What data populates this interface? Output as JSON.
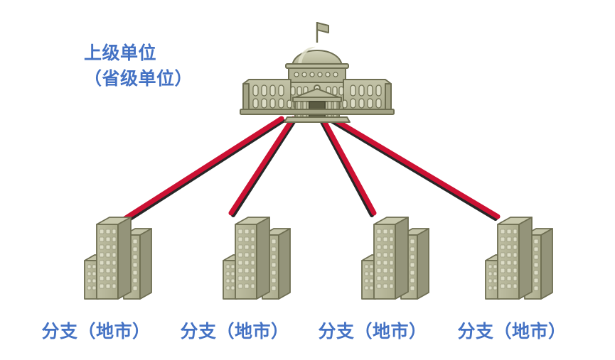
{
  "diagram": {
    "type": "organization-hierarchy",
    "title_text_present": false,
    "background_color": "#FFFFFF",
    "label_color": "#4472C4",
    "connector_color": "#CC1133",
    "connector_shadow_color": "#1A1A1A",
    "building_colors": {
      "face_light": "#C5C5AA",
      "face_main": "#AFAF90",
      "face_shadow": "#8F8F70",
      "outline": "#6E6E52",
      "window_fill": "#DCDCC6",
      "door_dark": "#5B5B42"
    }
  },
  "headquarters": {
    "label_line1": "上级单位",
    "label_line2": "（省级单位）",
    "icon": "capitol-building-icon",
    "icon_features": [
      "dome",
      "flag",
      "columns",
      "portico",
      "windows"
    ]
  },
  "branches": [
    {
      "label": "分支（地市）",
      "icon": "office-building-icon"
    },
    {
      "label": "分支（地市）",
      "icon": "office-building-icon"
    },
    {
      "label": "分支（地市）",
      "icon": "office-building-icon"
    },
    {
      "label": "分支（地市）",
      "icon": "office-building-icon"
    }
  ],
  "connectors": [
    {
      "from": "headquarters",
      "to": "branch-1"
    },
    {
      "from": "headquarters",
      "to": "branch-2"
    },
    {
      "from": "headquarters",
      "to": "branch-3"
    },
    {
      "from": "headquarters",
      "to": "branch-4"
    }
  ]
}
